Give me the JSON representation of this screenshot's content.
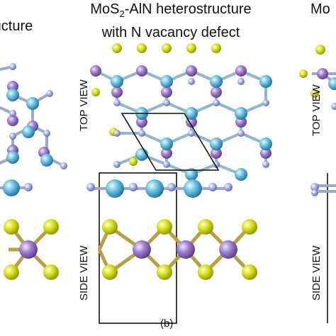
{
  "titles": {
    "left": "ructure",
    "center_line1_prefix": "MoS",
    "center_line1_sub": "2",
    "center_line1_suffix": "-AlN heterostructure",
    "center_line2": "with N vacancy defect",
    "right": "Mo"
  },
  "labels": {
    "top_view": "TOP VIEW",
    "side_view": "SIDE VIEW",
    "panel": "(b)"
  },
  "colors": {
    "mo": "#a07fcf",
    "s": "#d7e21c",
    "al": "#69c3e6",
    "n": "#a9b4ec",
    "bond_outline": "#222222"
  }
}
